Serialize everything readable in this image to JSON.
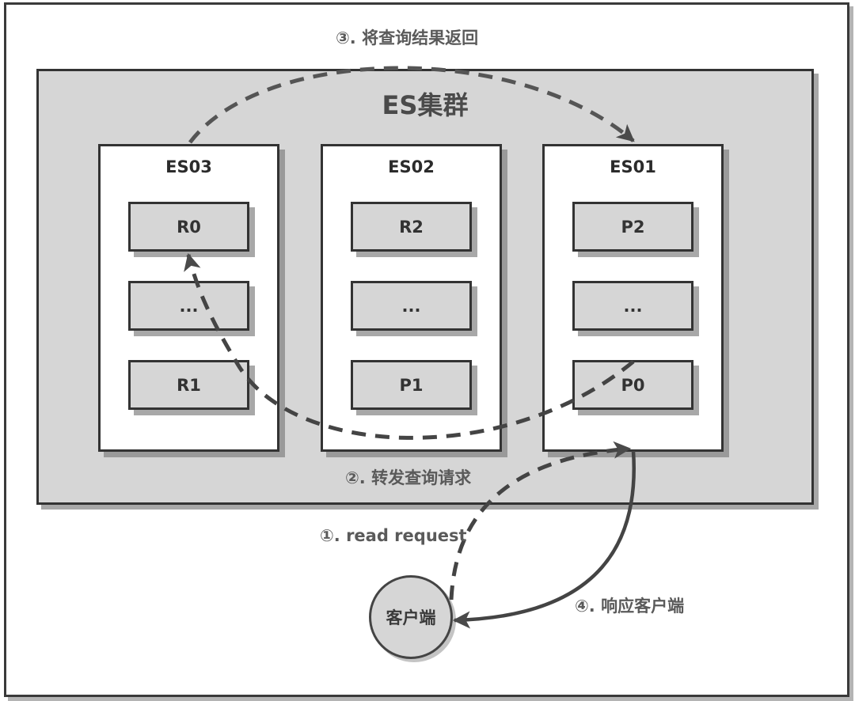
{
  "diagram": {
    "cluster": {
      "title": "ES集群"
    },
    "nodes": [
      {
        "id": "ES03",
        "title": "ES03",
        "shards": [
          "R0",
          "...",
          "R1"
        ]
      },
      {
        "id": "ES02",
        "title": "ES02",
        "shards": [
          "R2",
          "...",
          "P1"
        ]
      },
      {
        "id": "ES01",
        "title": "ES01",
        "shards": [
          "P2",
          "...",
          "P0"
        ]
      }
    ],
    "client": {
      "label": "客户端"
    },
    "steps": [
      {
        "label": "①. read request",
        "from": "客户端",
        "to": "ES01",
        "style": "dashed"
      },
      {
        "label": "②. 转发查询请求",
        "from": "ES01.P0",
        "to": "ES03.R0",
        "style": "dashed"
      },
      {
        "label": "③. 将查询结果返回",
        "from": "ES03",
        "to": "ES01",
        "style": "dashed"
      },
      {
        "label": "④. 响应客户端",
        "from": "ES01",
        "to": "客户端",
        "style": "solid"
      }
    ],
    "colors": {
      "cluster_fill": "#d6d6d6",
      "node_fill": "#ffffff",
      "border": "#333333",
      "arrow": "#4a4a4a",
      "label_text": "#5a5a5a"
    }
  }
}
